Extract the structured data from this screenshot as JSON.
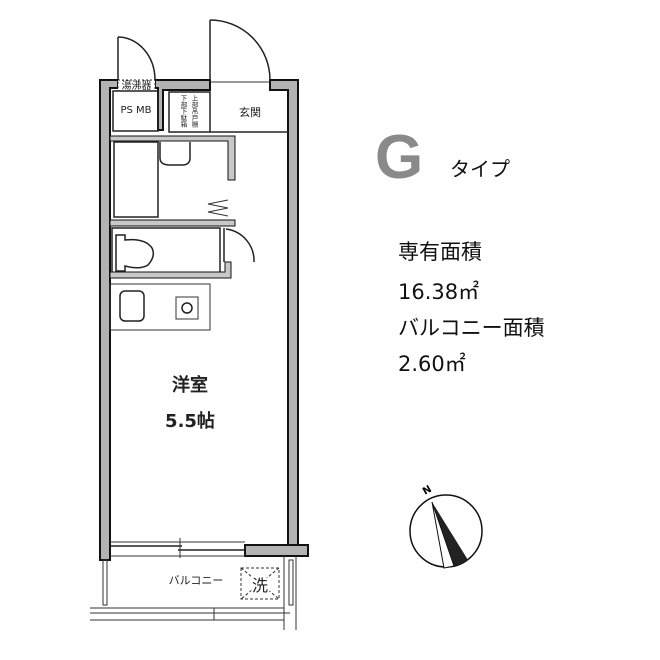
{
  "plan": {
    "water_heater": "湯沸器",
    "ps_mb": "PS MB",
    "closet_line1": "上部吊戸棚",
    "closet_line2": "下部下駄箱",
    "entrance": "玄関",
    "room_name": "洋室",
    "room_size": "5.5帖",
    "balcony": "バルコニー",
    "laundry": "洗",
    "compass_north": "N"
  },
  "type_label": {
    "letter": "G",
    "suffix": "タイプ"
  },
  "info": {
    "area_label": "専有面積",
    "area_value": "16.38㎡",
    "balcony_area_label": "バルコニー面積",
    "balcony_area_value": "2.60㎡"
  },
  "colors": {
    "wall": "#b3b3b3",
    "type_letter": "#8a8a8a"
  }
}
